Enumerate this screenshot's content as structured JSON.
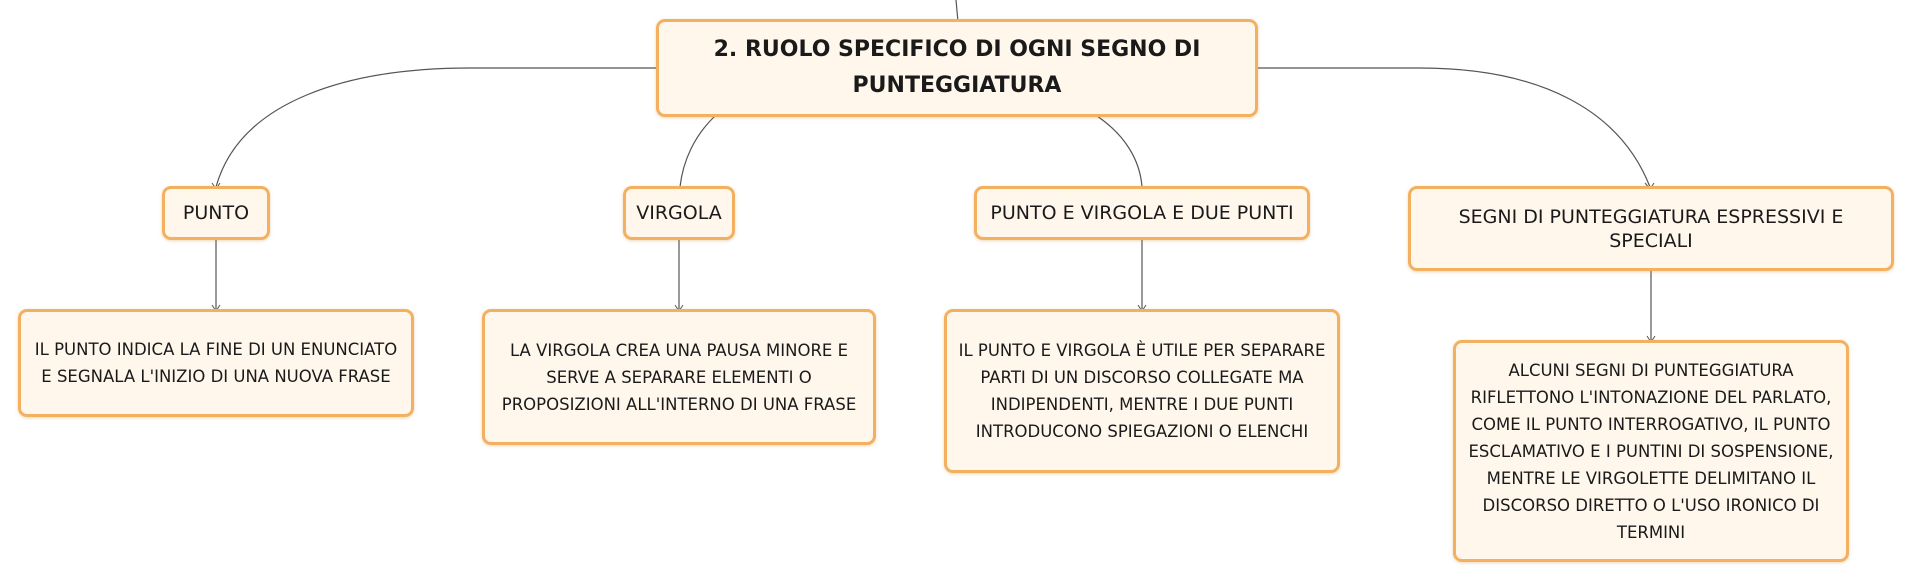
{
  "diagram": {
    "root": {
      "label": "2. RUOLO SPECIFICO DI OGNI SEGNO DI PUNTEGGIATURA"
    },
    "branches": [
      {
        "topic": "PUNTO",
        "detail": "IL PUNTO INDICA LA FINE DI UN ENUNCIATO E SEGNALA L'INIZIO DI UNA NUOVA FRASE"
      },
      {
        "topic": "VIRGOLA",
        "detail": "LA VIRGOLA CREA UNA PAUSA MINORE E SERVE A SEPARARE ELEMENTI O PROPOSIZIONI ALL'INTERNO DI UNA FRASE"
      },
      {
        "topic": "PUNTO E VIRGOLA E DUE PUNTI",
        "detail": "IL PUNTO E VIRGOLA È UTILE PER SEPARARE PARTI DI UN DISCORSO COLLEGATE MA INDIPENDENTI, MENTRE I DUE PUNTI INTRODUCONO SPIEGAZIONI O ELENCHI"
      },
      {
        "topic": "SEGNI DI PUNTEGGIATURA ESPRESSIVI E SPECIALI",
        "detail": "ALCUNI SEGNI DI PUNTEGGIATURA RIFLETTONO L'INTONAZIONE DEL PARLATO, COME IL PUNTO INTERROGATIVO, IL PUNTO ESCLAMATIVO E I PUNTINI DI SOSPENSIONE, MENTRE LE VIRGOLETTE DELIMITANO IL DISCORSO DIRETTO O L'USO IRONICO DI TERMINI"
      }
    ],
    "colors": {
      "node_fill": "#fff6ec",
      "node_border": "#f4b061",
      "connector": "#555555",
      "text": "#1a1a1a"
    }
  }
}
